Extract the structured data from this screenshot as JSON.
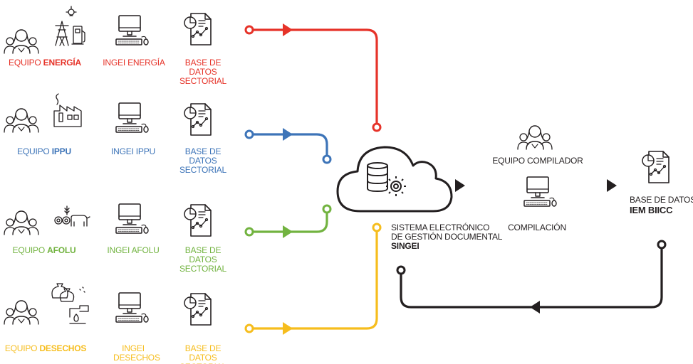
{
  "colors": {
    "energia": "#e63329",
    "ippu": "#3d74b8",
    "afolu": "#72b340",
    "desechos": "#f6bd1d",
    "dark": "#231f20"
  },
  "rows": [
    {
      "id": "energia",
      "team_prefix": "EQUIPO ",
      "team_bold": "ENERGÍA",
      "ingei": "INGEI ENERGÍA",
      "db": "BASE DE DATOS SECTORIAL",
      "icon": "power-tower-fuel-icon"
    },
    {
      "id": "ippu",
      "team_prefix": "EQUIPO ",
      "team_bold": "IPPU",
      "ingei": "INGEI IPPU",
      "db": "BASE DE DATOS SECTORIAL",
      "icon": "factory-icon"
    },
    {
      "id": "afolu",
      "team_prefix": "EQUIPO ",
      "team_bold": "AFOLU",
      "ingei": "INGEI AFOLU",
      "db": "BASE DE DATOS SECTORIAL",
      "icon": "farm-cow-icon"
    },
    {
      "id": "desechos",
      "team_prefix": "EQUIPO ",
      "team_bold": "DESECHOS",
      "ingei": "INGEI DESECHOS",
      "db": "BASE DE DATOS SECTORIAL",
      "icon": "waste-bags-icon"
    }
  ],
  "center": {
    "line1": "SISTEMA ELECTRÓNICO",
    "line2": "DE GESTIÓN DOCUMENTAL",
    "line3": "SINGEI"
  },
  "compiler": {
    "team": "EQUIPO COMPILADOR",
    "task": "COMPILACIÓN"
  },
  "final": {
    "line1": "BASE DE DATOS",
    "line2": "IEM BIICC"
  }
}
